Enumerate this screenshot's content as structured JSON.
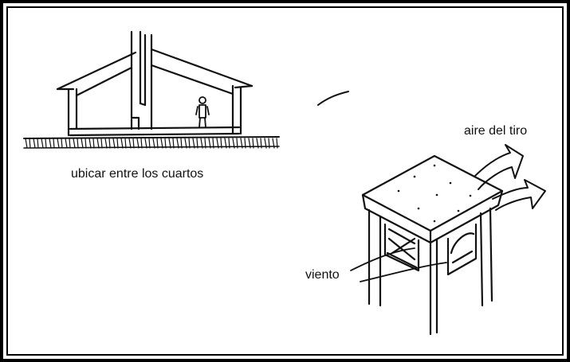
{
  "labels": {
    "left_caption": "ubicar entre los cuartos",
    "exhaust": "aire del tiro",
    "wind": "viento"
  },
  "colors": {
    "ink": "#111111",
    "background": "#ffffff"
  }
}
